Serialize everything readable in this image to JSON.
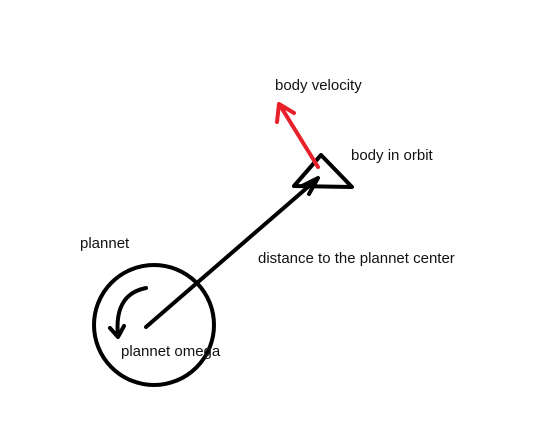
{
  "labels": {
    "body_velocity": "body velocity",
    "body_in_orbit": "body in orbit",
    "planet": "plannet",
    "distance": "distance to the plannet center",
    "planet_omega": "plannet omega"
  },
  "colors": {
    "ink": "#000000",
    "velocity": "#e8202a",
    "background": "#ffffff"
  }
}
